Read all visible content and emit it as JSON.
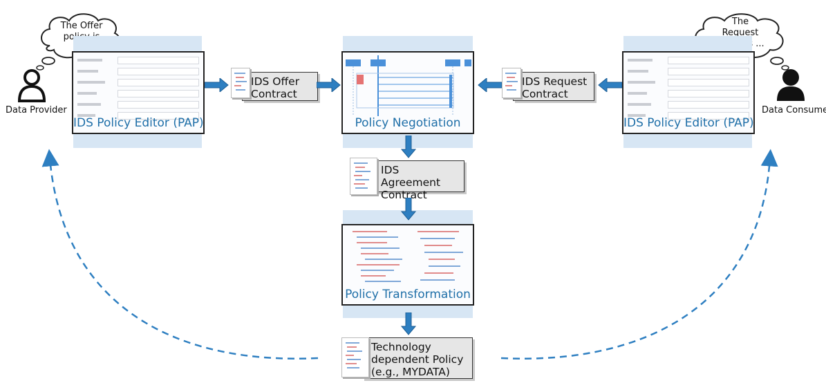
{
  "provider": {
    "thought": [
      "The Offer",
      "policy is",
      "..."
    ],
    "label": "Data Provider"
  },
  "consumer": {
    "thought": [
      "The",
      "Request",
      "policy is ..."
    ],
    "label": "Data Consumer"
  },
  "panels": {
    "left_editor": "IDS Policy Editor (PAP)",
    "negotiation": "Policy Negotiation",
    "right_editor": "IDS Policy Editor (PAP)",
    "transformation": "Policy Transformation"
  },
  "documents": {
    "offer": [
      "IDS Offer",
      "Contract"
    ],
    "request": [
      "IDS Request",
      "Contract"
    ],
    "agreement": [
      "IDS Agreement",
      "Contract"
    ],
    "technology": [
      "Technology",
      "dependent Policy",
      "(e.g., MYDATA)"
    ]
  },
  "colors": {
    "arrow": "#2e7fc1",
    "dashed": "#2e7fc1",
    "panel_title": "#1f6fa8",
    "panel_bg": "#d7e6f4"
  }
}
